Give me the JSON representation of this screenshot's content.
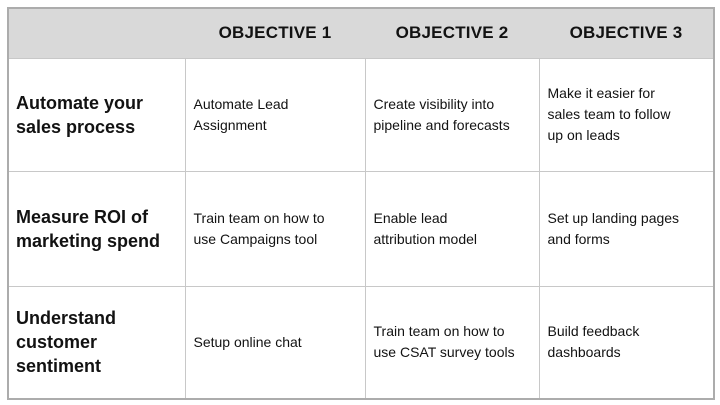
{
  "table": {
    "corner": "",
    "columns": [
      "OBJECTIVE 1",
      "OBJECTIVE 2",
      "OBJECTIVE 3"
    ],
    "rows": [
      {
        "header": "Automate your\nsales process",
        "cells": [
          "Automate Lead\nAssignment",
          "Create visibility into\npipeline and forecasts",
          "Make it easier for\nsales team to follow\nup on leads"
        ]
      },
      {
        "header": "Measure ROI of\nmarketing spend",
        "cells": [
          "Train team on how to\nuse Campaigns tool",
          "Enable lead\nattribution model",
          "Set up landing pages\nand forms"
        ]
      },
      {
        "header": "Understand\ncustomer\nsentiment",
        "cells": [
          "Setup online chat",
          "Train team on how to\nuse CSAT survey tools",
          "Build feedback\ndashboards"
        ]
      }
    ],
    "colors": {
      "header_bg": "#d9d9d9",
      "grid": "#c8c8c8",
      "outer_border": "#acacac",
      "text": "#121212"
    }
  }
}
